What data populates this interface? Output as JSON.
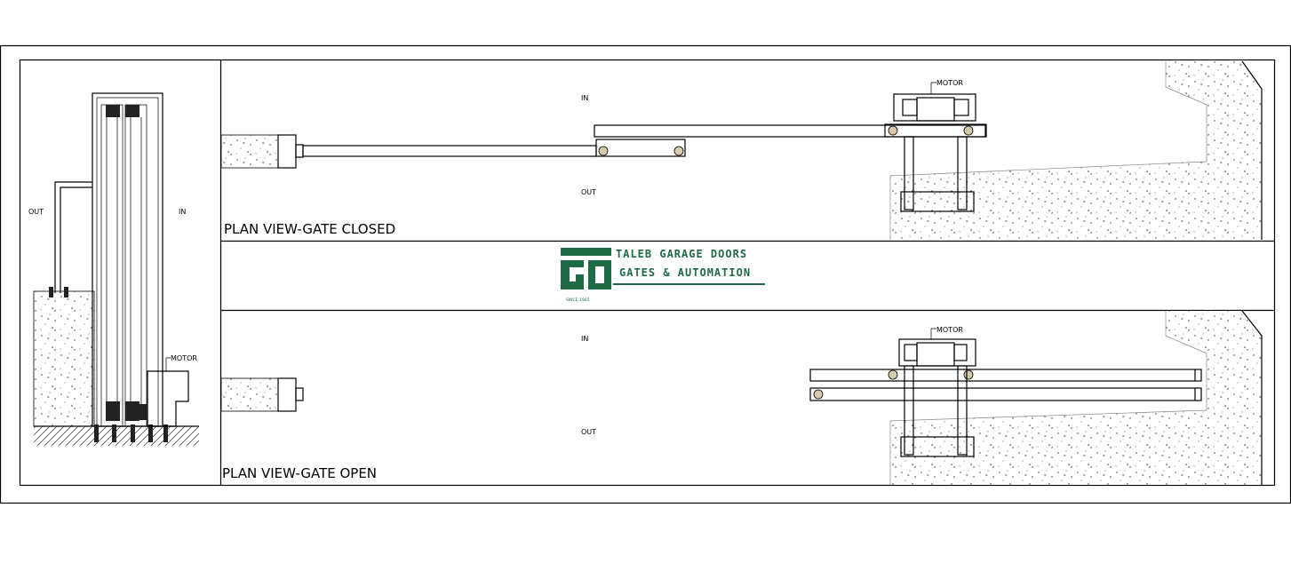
{
  "side_section": {
    "out_label": "OUT",
    "in_label": "IN",
    "motor_label": "MOTOR"
  },
  "plan_closed": {
    "title": "PLAN VIEW-GATE CLOSED",
    "in_label": "IN",
    "out_label": "OUT",
    "motor_label": "MOTOR"
  },
  "plan_open": {
    "title": "PLAN VIEW-GATE OPEN",
    "in_label": "IN",
    "out_label": "OUT",
    "motor_label": "MOTOR"
  },
  "logo": {
    "line1": "TALEB GARAGE DOORS",
    "line2": "GATES & AUTOMATION",
    "since": "SINCE 1965",
    "color": "#1f6b46"
  }
}
